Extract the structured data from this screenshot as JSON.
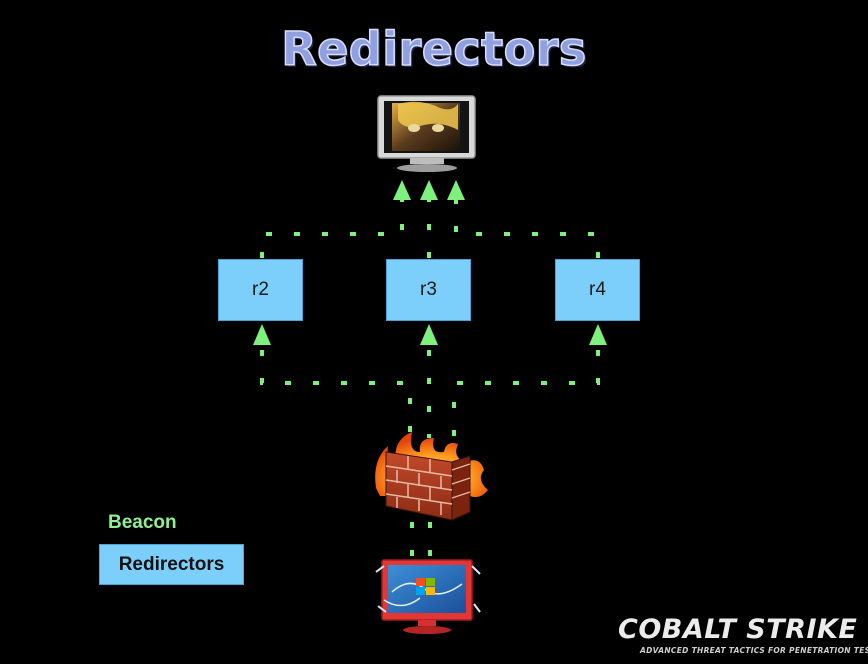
{
  "title": "Redirectors",
  "nodes": {
    "r2": "r2",
    "r3": "r3",
    "r4": "r4"
  },
  "legend": {
    "beacon": "Beacon",
    "redirectors": "Redirectors"
  },
  "logo": {
    "name": "COBALT STRIKE",
    "tagline": "ADVANCED THREAT TACTICS FOR PENETRATION TESTERS"
  },
  "colors": {
    "background": "#000000",
    "beacon_path": "#7ef07e",
    "redirector_box": "#7ccffa",
    "title": "#8f9fe0"
  },
  "icons": {
    "server": "attacker-monitor-icon",
    "firewall": "firewall-icon",
    "target": "windows-target-icon"
  }
}
